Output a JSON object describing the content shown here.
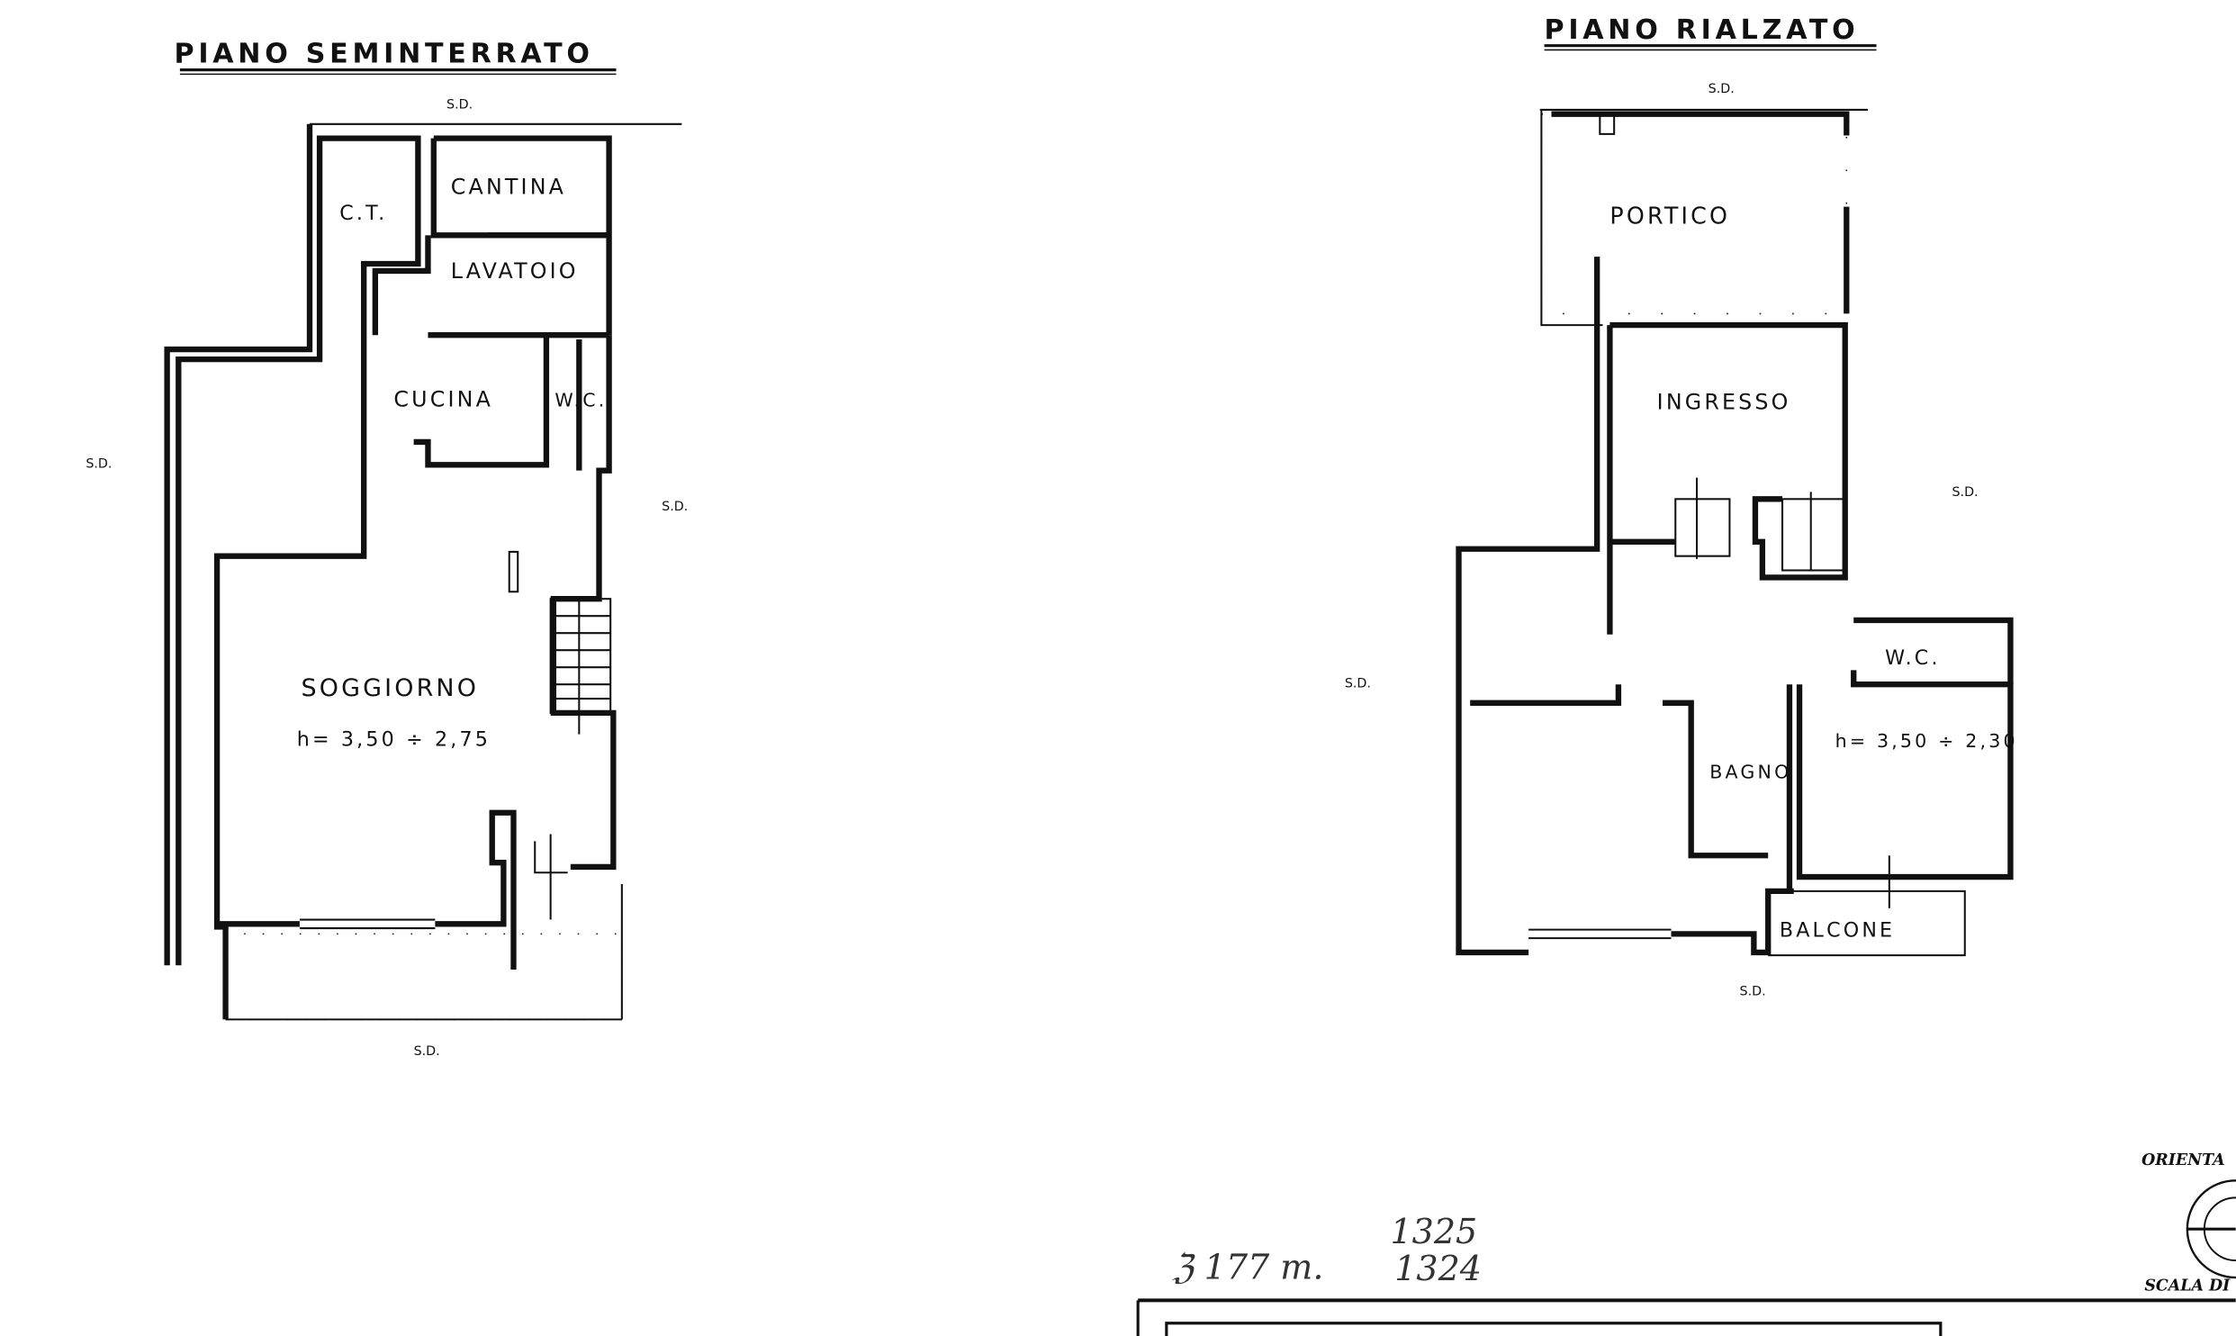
{
  "left_plan": {
    "title": "PIANO SEMINTERRATO",
    "rooms": [
      "CANTINA",
      "C.T.",
      "LAVATOIO",
      "CUCINA",
      "W.C.",
      "SOGGIORNO"
    ],
    "height_note": "h= 3,50 ÷ 2,75",
    "sd_labels": [
      "S.D.",
      "S.D.",
      "S.D.",
      "S.D."
    ]
  },
  "right_plan": {
    "title": "PIANO RIALZATO",
    "rooms": [
      "PORTICO",
      "INGRESSO",
      "W.C.",
      "BAGNO",
      "BALCONE"
    ],
    "height_note": "h= 3,50 ÷ 2,30",
    "sd_labels": [
      "S.D.",
      "S.D.",
      "S.D.",
      "S.D."
    ]
  },
  "orientation_label": "ORIENTA",
  "scale_label": "SCALA DI",
  "handwritten_note": [
    "ℨ 177 m.",
    "1325",
    "1324"
  ]
}
